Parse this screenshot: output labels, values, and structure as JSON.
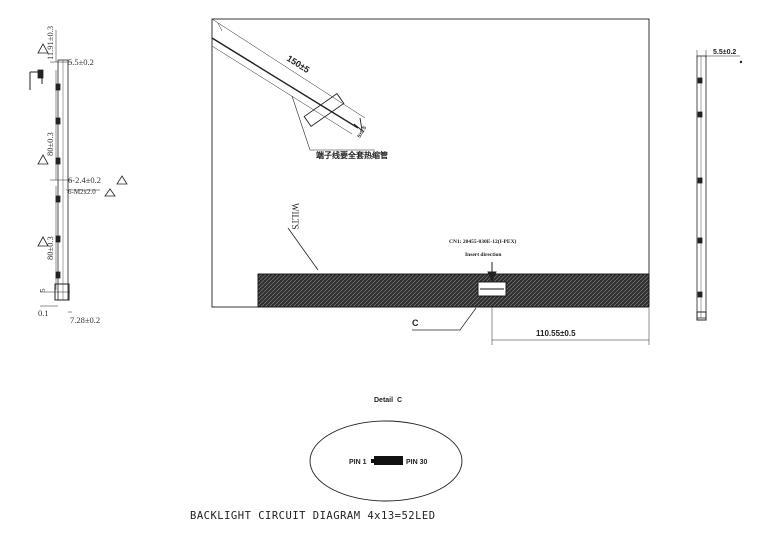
{
  "side_view_left": {
    "dims": {
      "top_tolerance": "11.91±0.3",
      "width_top": "5.5±0.2",
      "pitch_1": "80±0.3",
      "hole_offset": "6-2.4±0.2",
      "screw_spec": "6-M2x2.0",
      "pitch_2": "80±0.3",
      "bottom_small": "5",
      "bottom_gap": "0.1",
      "width_bottom": "7.28±0.2"
    }
  },
  "front_view": {
    "cable_length": "150±5",
    "cable_end_dim": "5±0.5",
    "cable_note": "端子线要全套热缩管",
    "connector_label": "CN1: 20455-030E-12(I-PEX)",
    "insert_label": "Insert direction",
    "side_mark": "WILTS",
    "detail_ref": "C",
    "connector_offset": "110.55±0.5"
  },
  "side_view_right": {
    "width_dim": "5.5±0.2"
  },
  "detail": {
    "title": "Detail  C",
    "pin_left": "PIN 1",
    "pin_right": "PIN 30"
  },
  "footer": {
    "caption": "BACKLIGHT CIRCUIT DIAGRAM  4x13=52LED"
  }
}
